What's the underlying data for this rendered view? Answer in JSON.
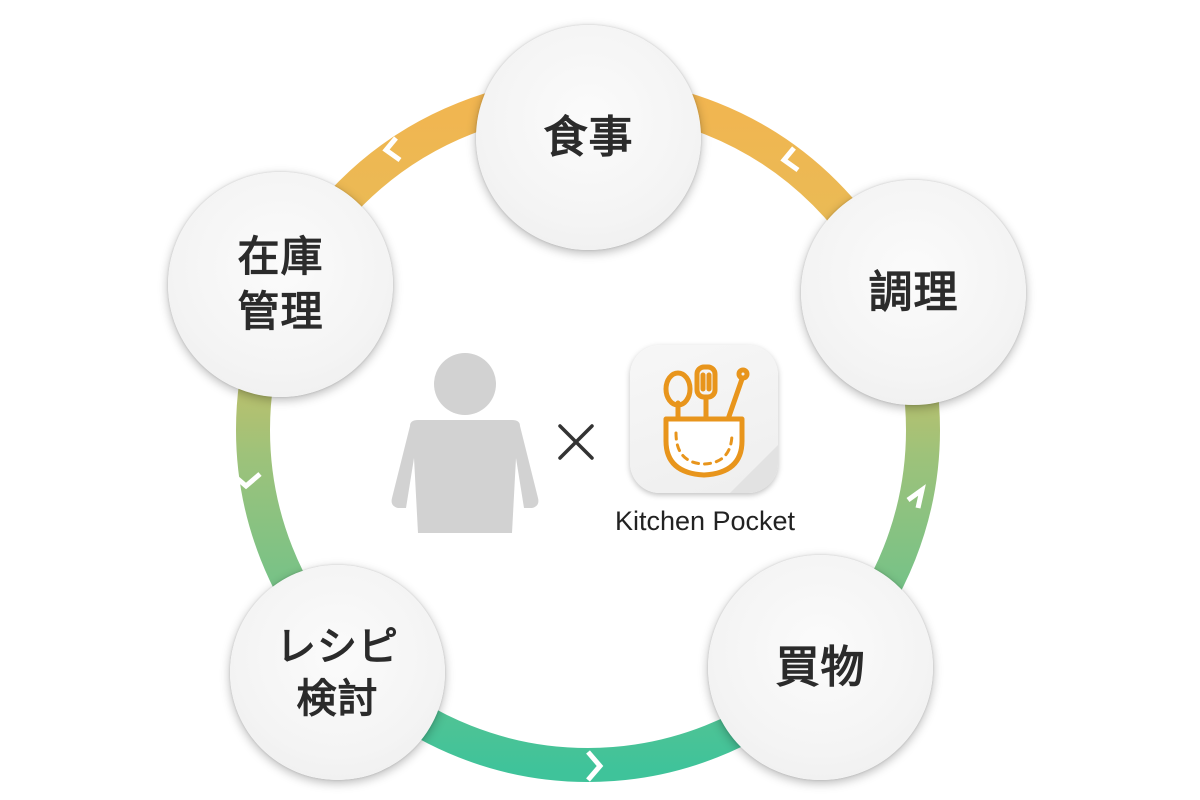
{
  "nodes": {
    "meal": "食事",
    "cooking": "調理",
    "shopping": "買物",
    "recipe_line1": "レシピ",
    "recipe_line2": "検討",
    "stock_line1": "在庫",
    "stock_line2": "管理"
  },
  "center": {
    "times": "×",
    "app_name": "Kitchen Pocket",
    "person_icon": "person-icon",
    "app_icon": "kitchen-pocket-app-icon"
  },
  "colors": {
    "ring_top": "#f3b44f",
    "ring_bottom": "#3fc39a",
    "icon_orange": "#e8951c",
    "person_gray": "#d2d2d2"
  }
}
